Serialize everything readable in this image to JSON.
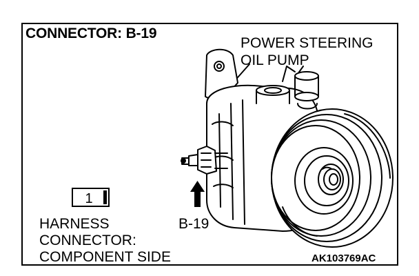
{
  "title": "CONNECTOR: B-19",
  "part_label": [
    "POWER STEERING",
    "OIL PUMP"
  ],
  "pointer_label": "B-19",
  "harness": {
    "pin_number": "1",
    "caption": [
      "HARNESS",
      "CONNECTOR:",
      "COMPONENT SIDE"
    ]
  },
  "figure_code": "AK103769AC"
}
